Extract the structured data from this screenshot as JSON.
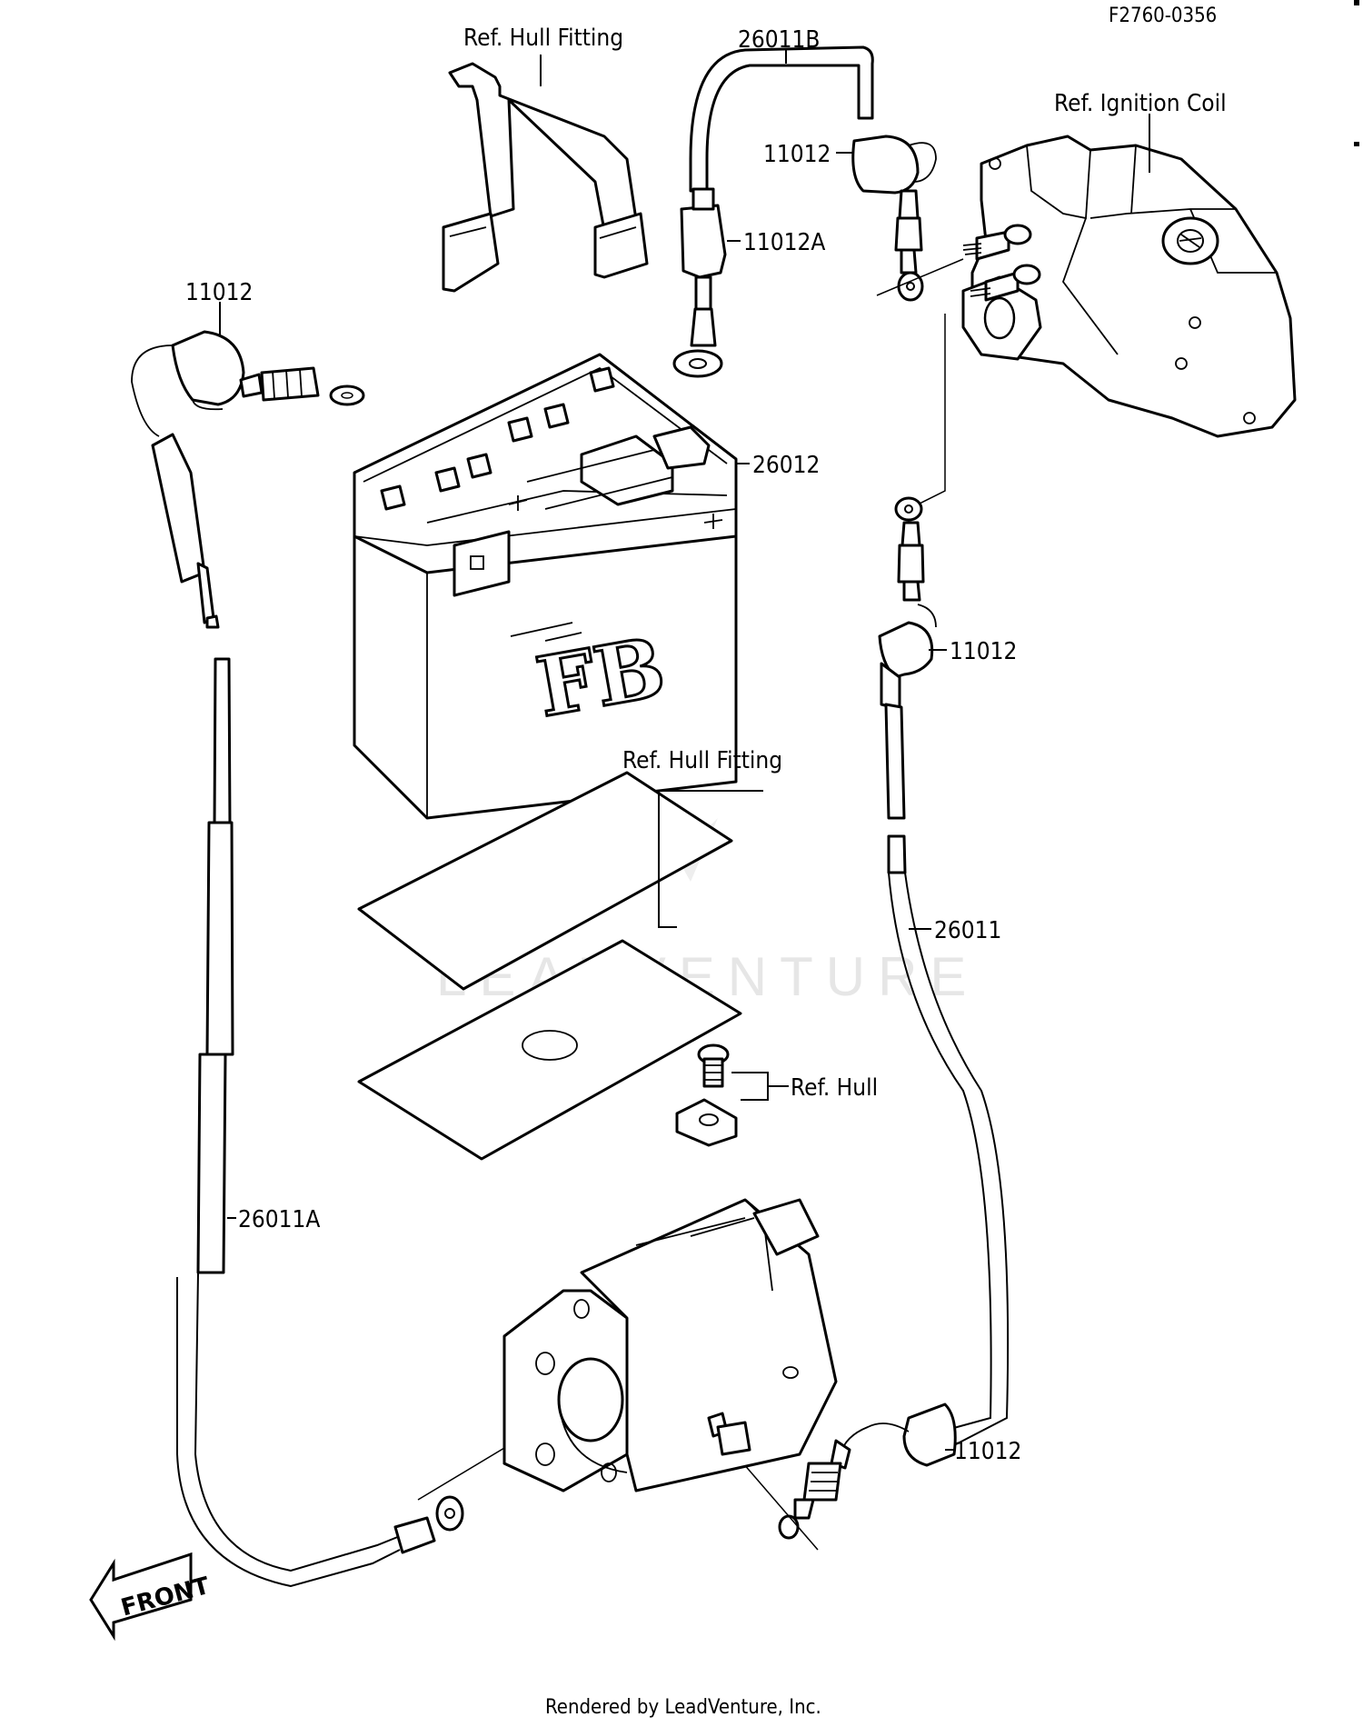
{
  "figure_code": "F2760-0356",
  "footer": "Rendered by LeadVenture, Inc.",
  "watermark": "LEADVENTURE",
  "battery_mark": "FB",
  "front_arrow": "FRONT",
  "callouts": {
    "hull_fitting_top": "Ref. Hull Fitting",
    "cable_top": "26011B",
    "ignition_coil": "Ref. Ignition Coil",
    "cap_top": "11012",
    "connector": "11012A",
    "cap_left": "11012",
    "battery": "26012",
    "cap_right_mid": "11012",
    "hull_fitting_mid": "Ref. Hull Fitting",
    "cable_right": "26011",
    "hull": "Ref. Hull",
    "cable_left": "26011A",
    "cap_bottom": "11012"
  }
}
